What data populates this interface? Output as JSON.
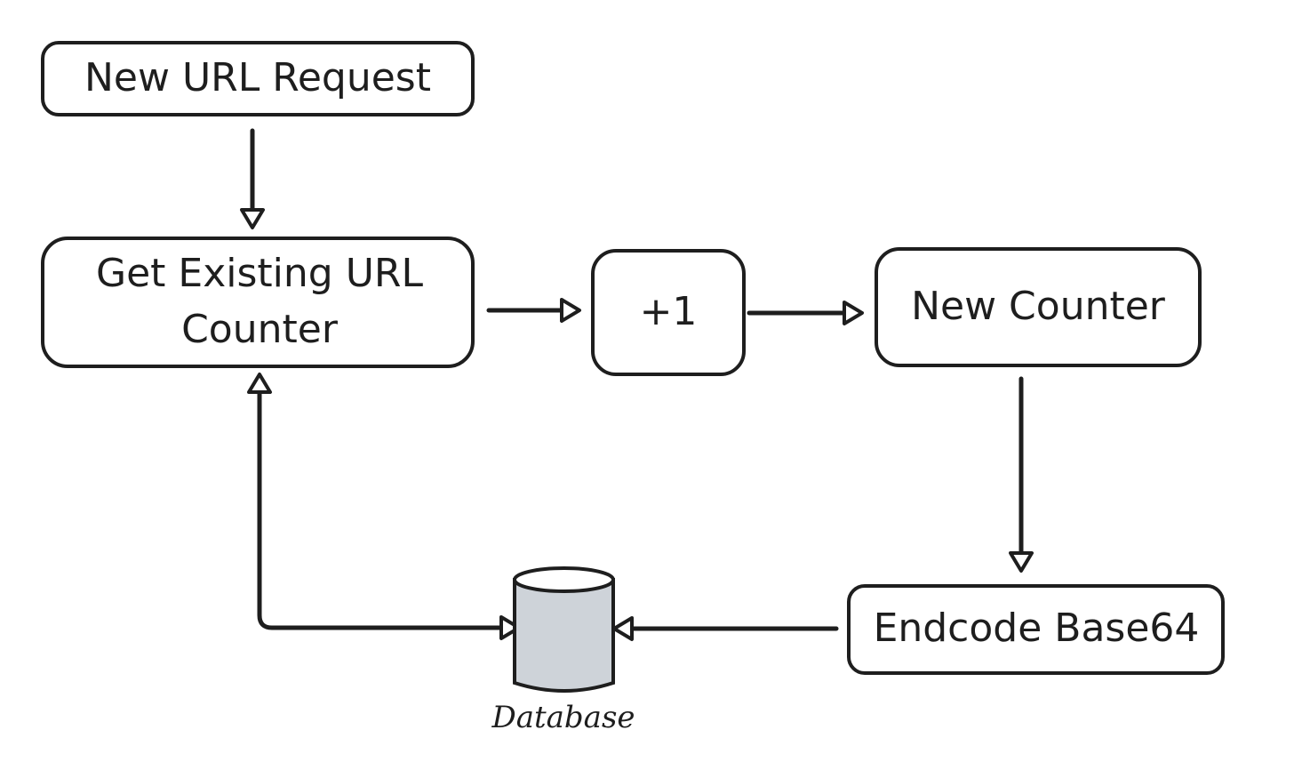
{
  "diagram": {
    "nodes": {
      "new_url_request": {
        "label": "New URL Request"
      },
      "get_existing_counter": {
        "line1": "Get Existing URL",
        "line2": "Counter"
      },
      "increment": {
        "label": "+1"
      },
      "new_counter": {
        "label": "New Counter"
      },
      "encode_base64": {
        "label": "Endcode Base64"
      },
      "database": {
        "label": "Database"
      }
    },
    "edges": [
      {
        "from": "New URL Request",
        "to": "Get Existing URL Counter"
      },
      {
        "from": "Get Existing URL Counter",
        "to": "+1"
      },
      {
        "from": "+1",
        "to": "New Counter"
      },
      {
        "from": "New Counter",
        "to": "Endcode Base64"
      },
      {
        "from": "Endcode Base64",
        "to": "Database"
      },
      {
        "from": "Database",
        "to": "Get Existing URL Counter",
        "bidirectional": true
      }
    ],
    "colors": {
      "stroke": "#1e1e1e",
      "database_fill": "#ced3d9",
      "background": "#ffffff"
    }
  }
}
